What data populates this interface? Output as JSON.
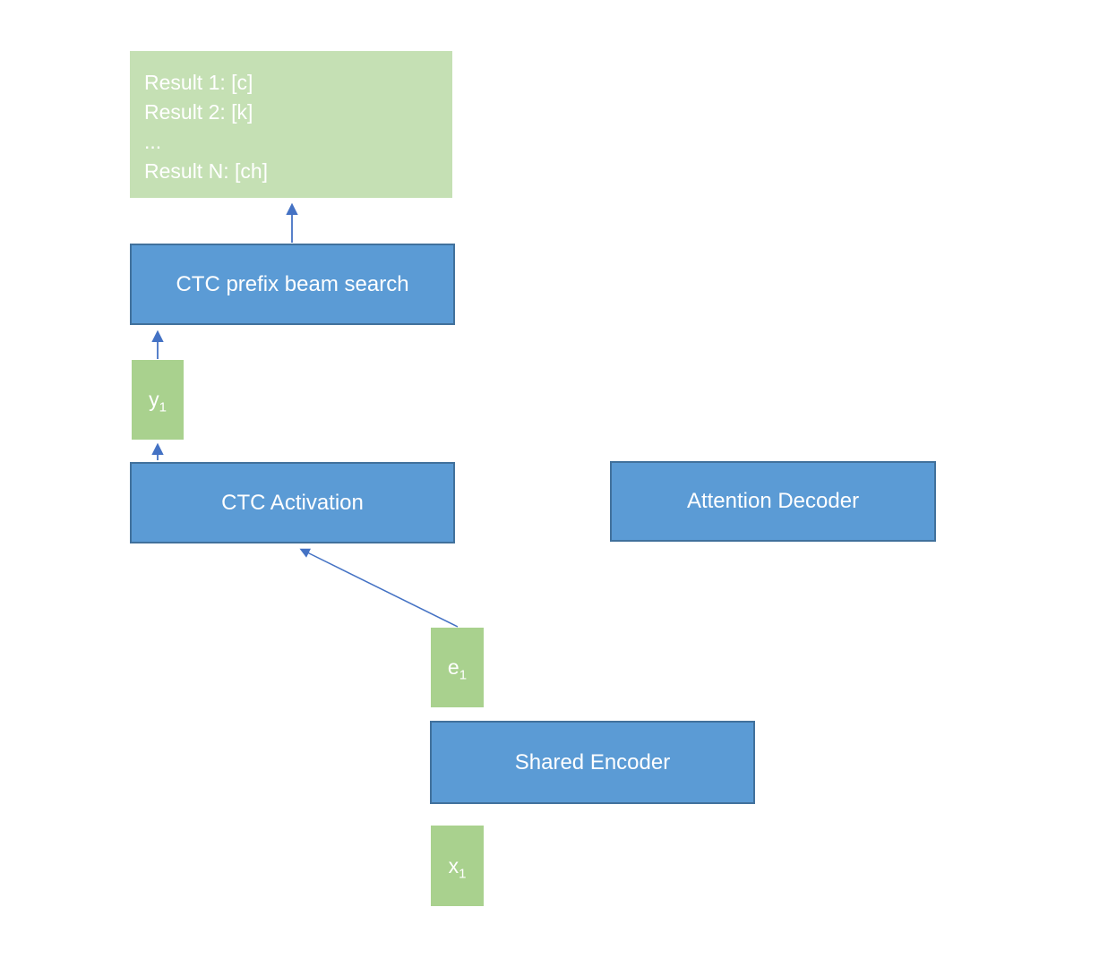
{
  "diagram": {
    "colors": {
      "background": "#ffffff",
      "blue_fill": "#5b9bd5",
      "blue_border": "#41719c",
      "green_light_fill": "#c5e0b4",
      "green_fill": "#a9d18e",
      "arrow": "#4472c4",
      "text": "#ffffff"
    },
    "results_box": {
      "lines": [
        "Result 1: [c]",
        "Result 2: [k]",
        "...",
        "Result N: [ch]"
      ]
    },
    "nodes": {
      "ctc_prefix_beam_search": {
        "label": "CTC prefix beam search"
      },
      "ctc_activation": {
        "label": "CTC Activation"
      },
      "attention_decoder": {
        "label": "Attention Decoder"
      },
      "shared_encoder": {
        "label": "Shared Encoder"
      },
      "y1": {
        "base": "y",
        "sub": "1"
      },
      "e1": {
        "base": "e",
        "sub": "1"
      },
      "x1": {
        "base": "x",
        "sub": "1"
      }
    }
  }
}
